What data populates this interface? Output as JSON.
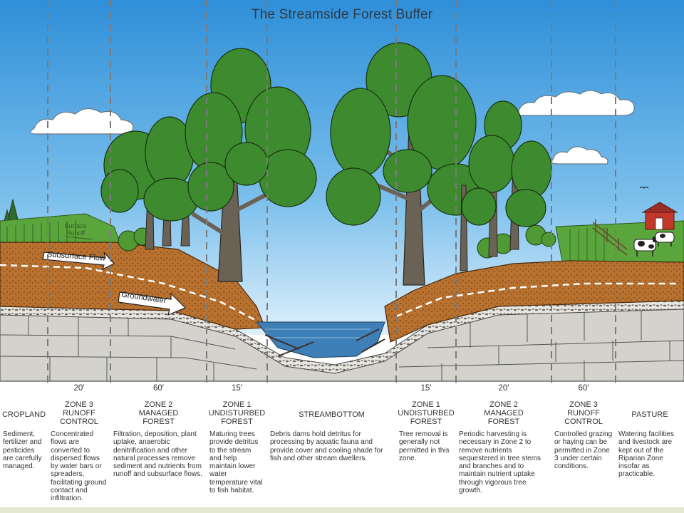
{
  "title": "The Streamside Forest Buffer",
  "labels": {
    "surface_runoff": "Surface Runoff",
    "subsurface_flow": "Subsurface Flow",
    "groundwater": "Groundwater"
  },
  "columns": [
    {
      "width": "",
      "zone_lines": [
        "CROPLAND"
      ],
      "description": "Sediment, fertilizer and pesticides are carefully managed."
    },
    {
      "width": "20′",
      "zone_lines": [
        "ZONE 3",
        "RUNOFF",
        "CONTROL"
      ],
      "description": "Concentrated flows are converted to dispersed flows by water bars or spreaders, facilitating ground contact and infiltration."
    },
    {
      "width": "60′",
      "zone_lines": [
        "ZONE 2",
        "MANAGED",
        "FOREST"
      ],
      "description": "Filtration, deposition, plant uptake, anaerobic denitrification and other natural processes remove sediment and nutrients from runoff and subsurface flows."
    },
    {
      "width": "15′",
      "zone_lines": [
        "ZONE 1",
        "UNDISTURBED",
        "FOREST"
      ],
      "description": "Maturing trees provide detritus to the stream and help maintain lower water temperature vital to fish habitat."
    },
    {
      "width": "",
      "zone_lines": [
        "STREAMBOTTOM"
      ],
      "description": "Debris dams hold detritus for processing by aquatic fauna and provide cover and cooling shade for fish and other stream dwellers."
    },
    {
      "width": "15′",
      "zone_lines": [
        "ZONE 1",
        "UNDISTURBED",
        "FOREST"
      ],
      "description": "Tree removal is generally not permitted in this zone."
    },
    {
      "width": "20′",
      "zone_lines": [
        "ZONE 2",
        "MANAGED",
        "FOREST"
      ],
      "description": "Periodic harvesting is necessary in Zone 2 to remove nutrients sequestered in tree stems and branches and to maintain nutrient uptake through vigorous tree growth."
    },
    {
      "width": "60′",
      "zone_lines": [
        "ZONE 3",
        "RUNOFF",
        "CONTROL"
      ],
      "description": "Controlled grazing or haying can be permitted in Zone 3 under certain conditions."
    },
    {
      "width": "",
      "zone_lines": [
        "PASTURE"
      ],
      "description": "Watering facilities and livestock are kept out of the Riparian Zone insofar as practicable."
    }
  ],
  "colors": {
    "sky_top": "#2f8fd8",
    "sky_bottom": "#dff0fb",
    "grass": "#5aa53c",
    "soil": "#b8712f",
    "rock": "#d4d2cc",
    "water": "#3e7fb8",
    "foliage": "#3e8a2e",
    "trunk": "#6b6256"
  }
}
